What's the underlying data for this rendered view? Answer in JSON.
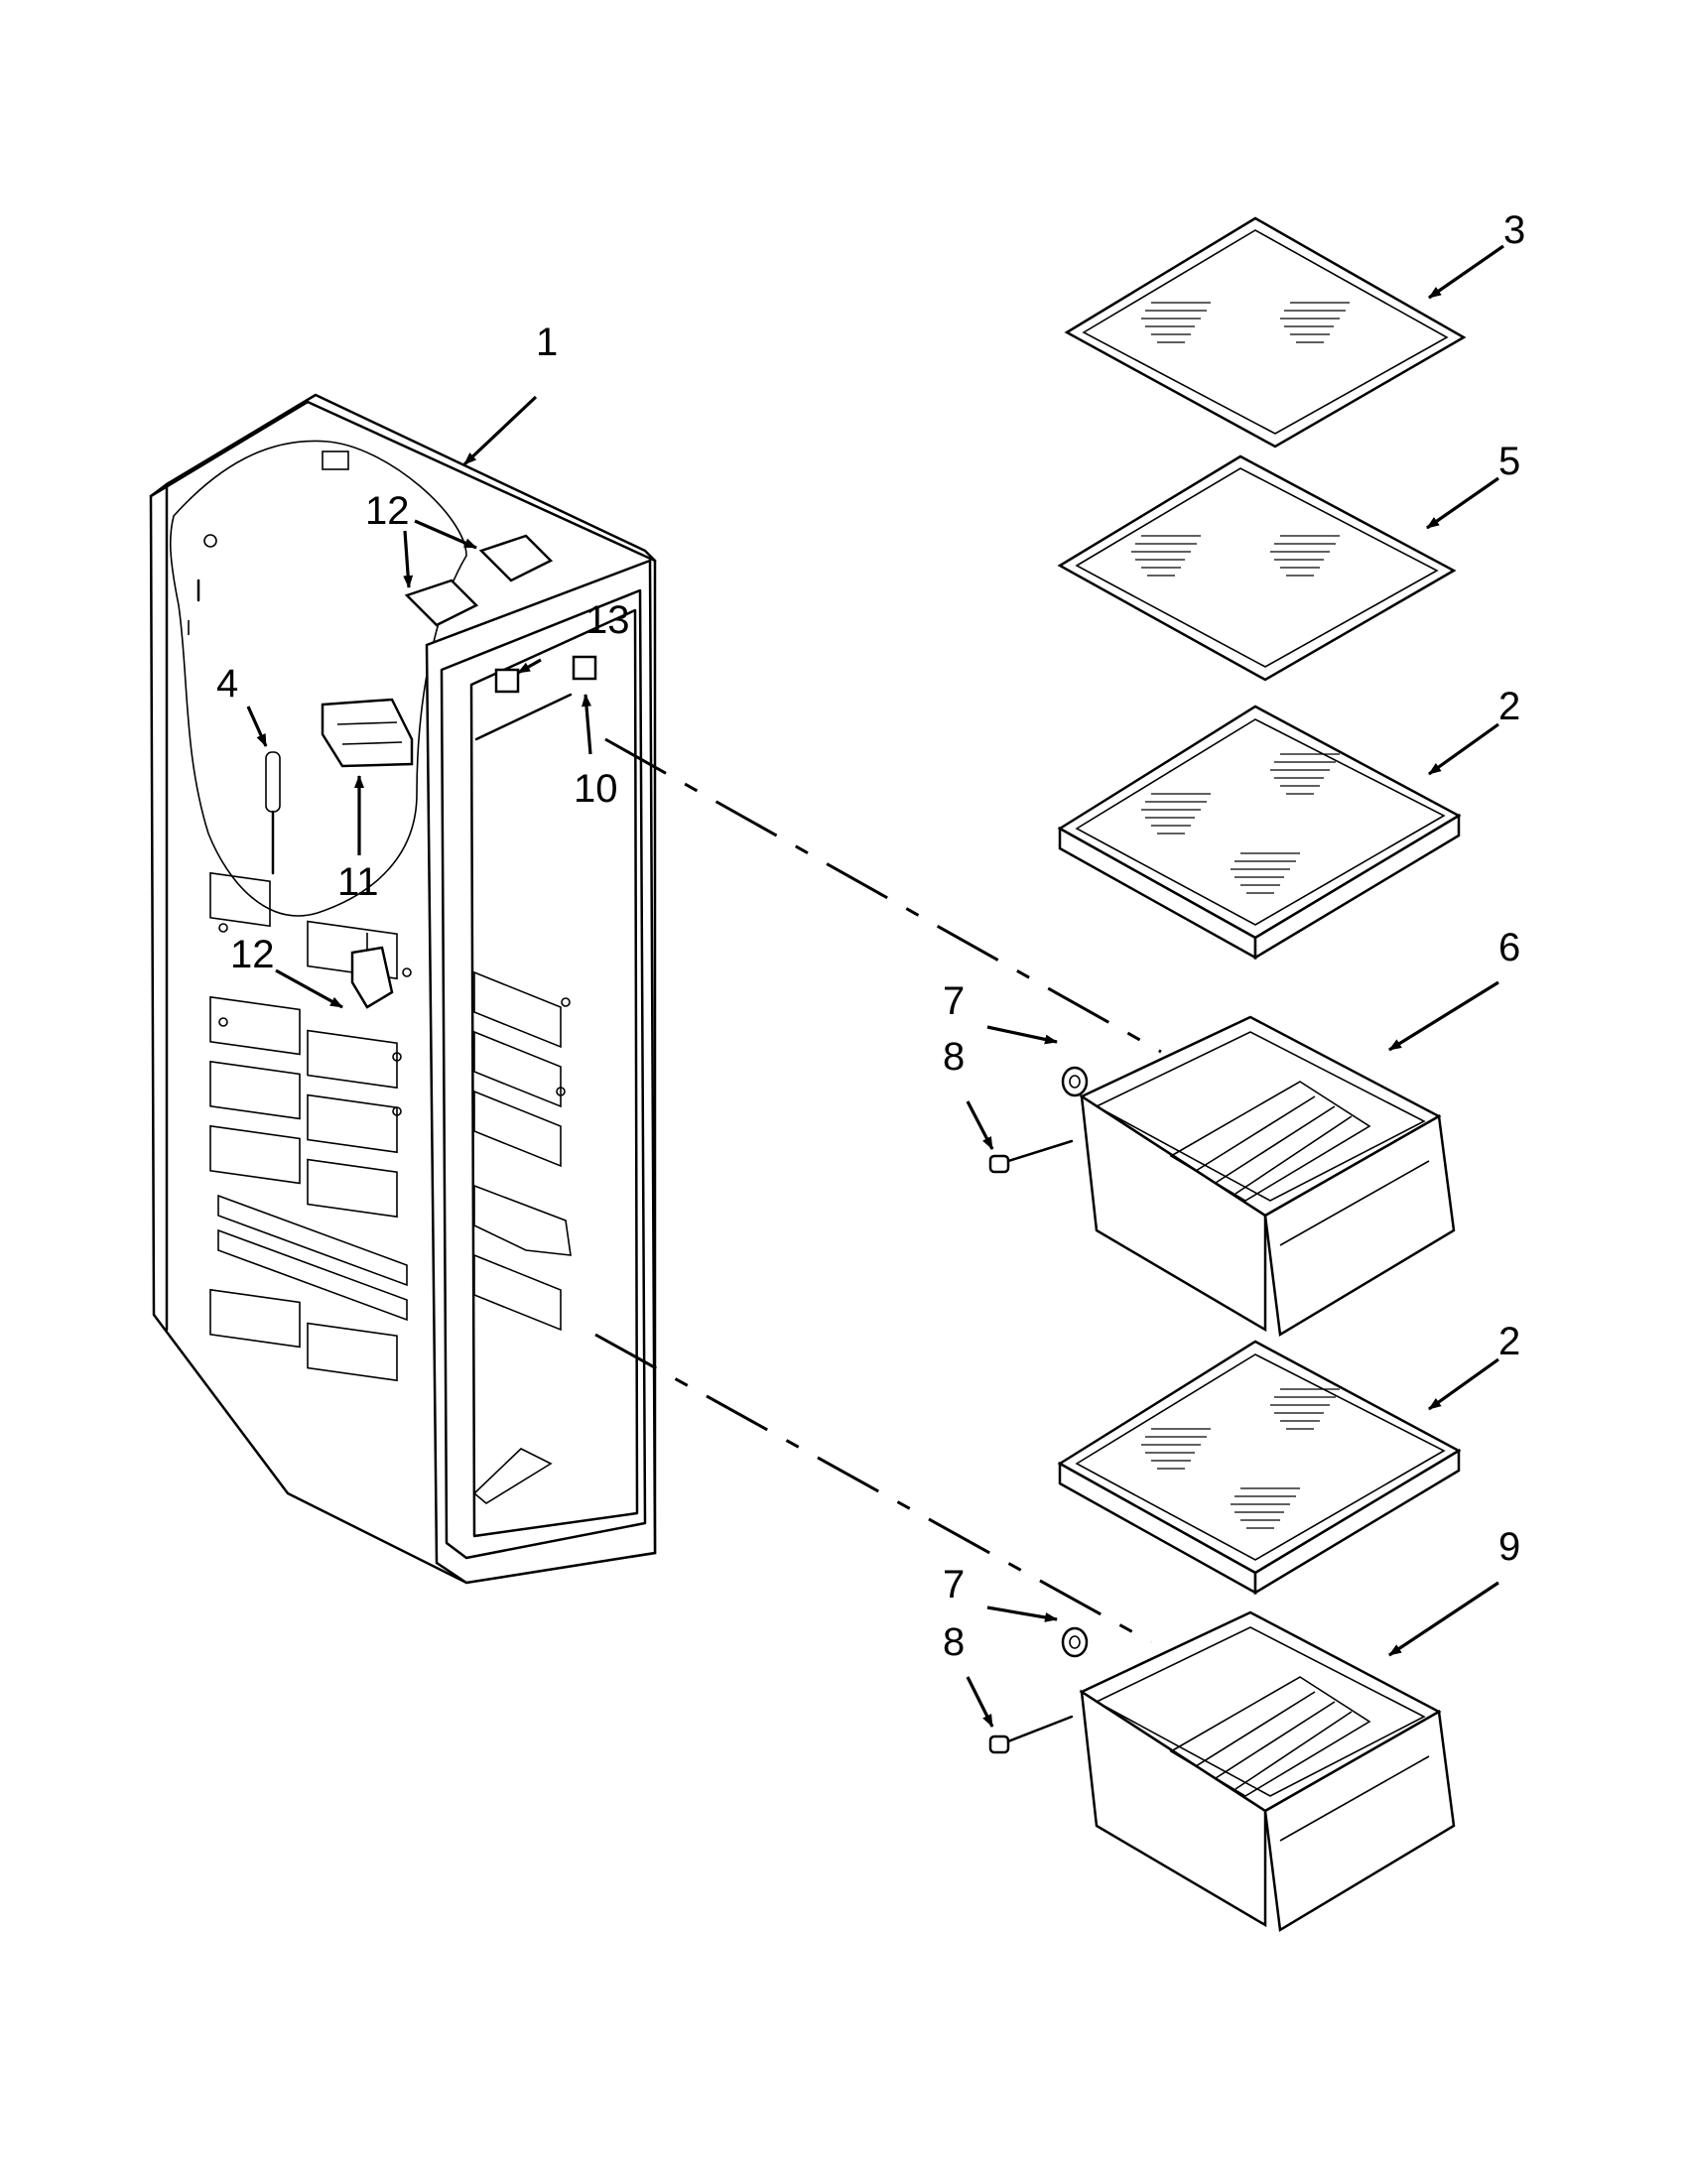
{
  "diagram": {
    "type": "exploded-parts-view",
    "labels": {
      "p1": "1",
      "p2a": "2",
      "p2b": "2",
      "p3": "3",
      "p4": "4",
      "p5": "5",
      "p6": "6",
      "p7a": "7",
      "p7b": "7",
      "p8a": "8",
      "p8b": "8",
      "p9": "9",
      "p10": "10",
      "p11": "11",
      "p12a": "12",
      "p12b": "12",
      "p13": "13"
    }
  }
}
